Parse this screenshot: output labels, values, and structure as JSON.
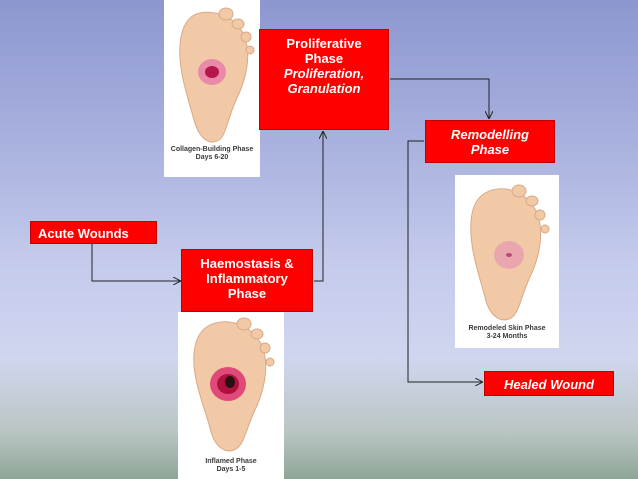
{
  "nodes": {
    "acute": "Acute Wounds",
    "haemostasis": [
      "Haemostasis &",
      "Inflammatory",
      "Phase"
    ],
    "proliferative": [
      "Proliferative",
      "Phase"
    ],
    "proliferative_sub": [
      "Proliferation,",
      "Granulation"
    ],
    "remodelling": [
      "Remodelling",
      "Phase"
    ],
    "healed": "Healed Wound"
  },
  "photos": {
    "collagen": [
      "Collagen-Building Phase",
      "Days 6-20"
    ],
    "remodeled": [
      "Remodeled Skin Phase",
      "3-24 Months"
    ],
    "inflamed": [
      "Inflamed Phase",
      "Days 1-5"
    ]
  },
  "colors": {
    "box": "#ff0000",
    "box_text": "#ffffff",
    "connector": "#222222",
    "skin": "#f2c9a6"
  }
}
